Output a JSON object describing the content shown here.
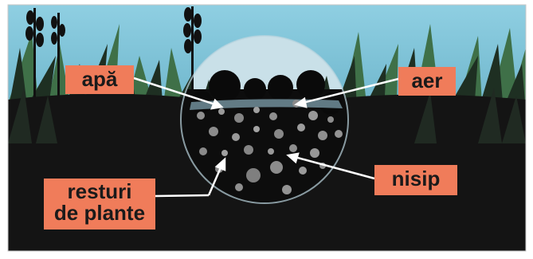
{
  "labels": {
    "water": "apă",
    "air": "aer",
    "sand": "nisip",
    "plant_remains_line1": "resturi",
    "plant_remains_line2": "de plante"
  },
  "colors": {
    "sky": "#86c9dd",
    "ground": "#121212",
    "grass_dark": "#1c2a1e",
    "grass_light": "#3d6b45",
    "bubble": "#c5dde6",
    "label_fill": "#f07c5a",
    "leader_line": "#ffffff"
  }
}
